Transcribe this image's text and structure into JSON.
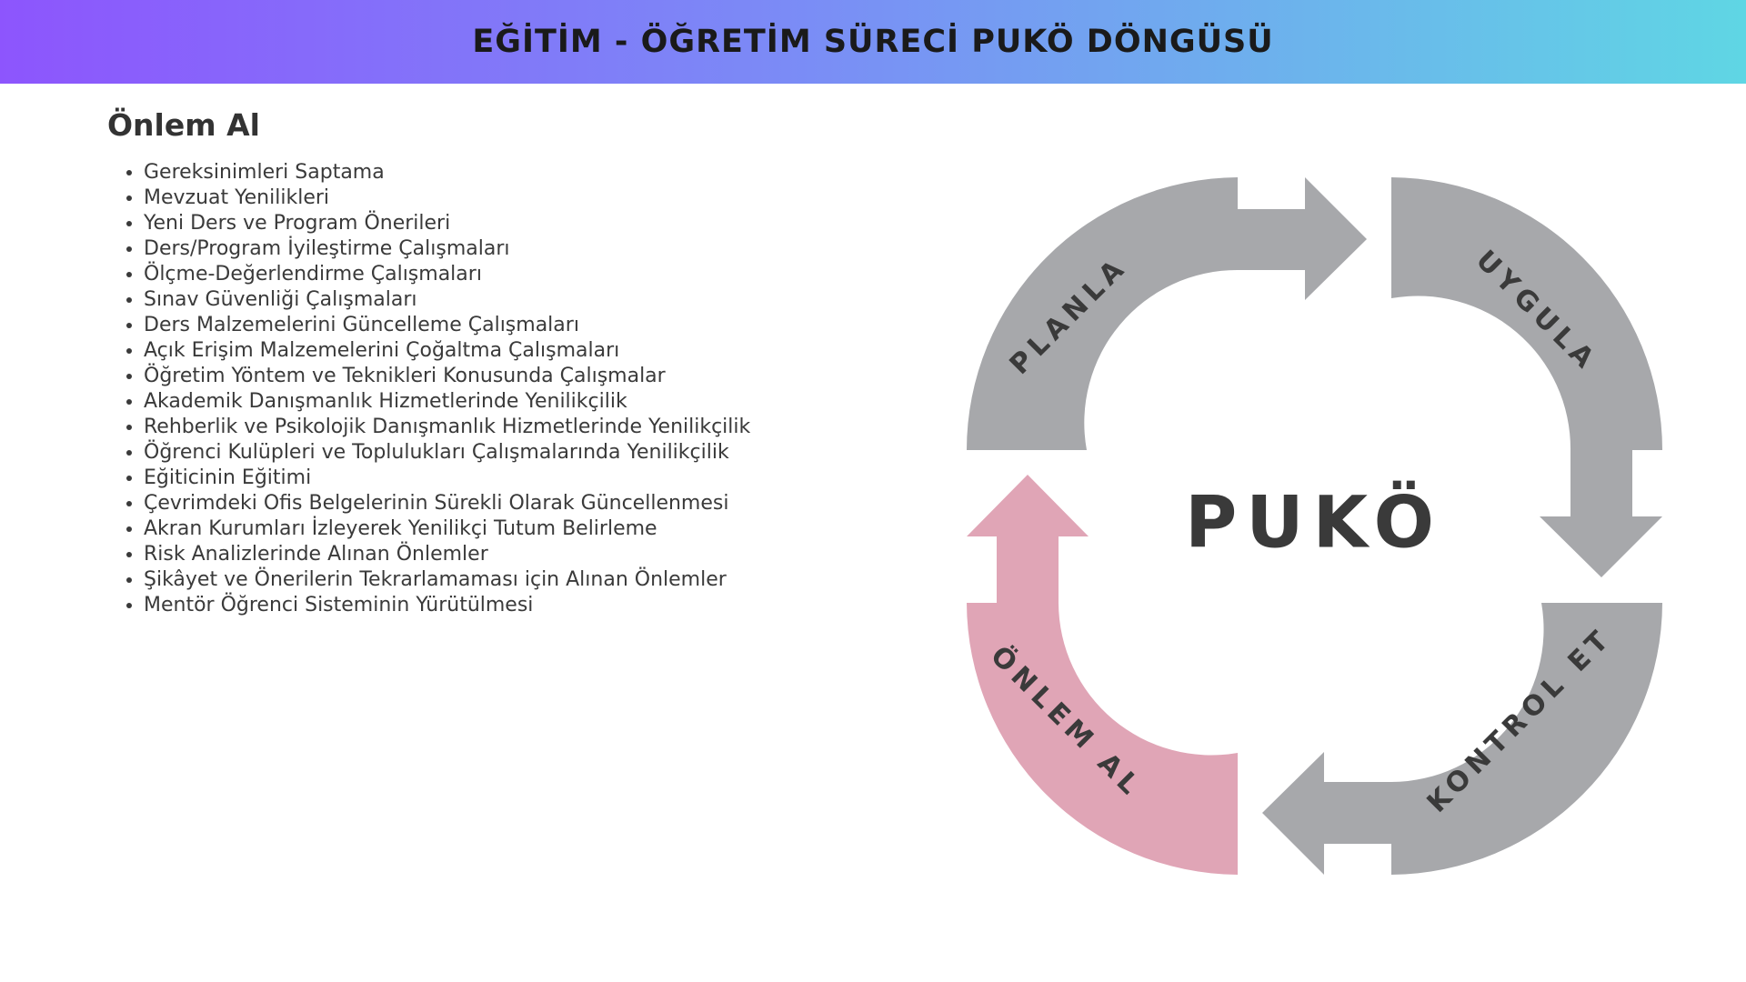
{
  "header": {
    "title": "EĞİTİM - ÖĞRETİM SÜRECİ PUKÖ DÖNGÜSÜ"
  },
  "section": {
    "heading": "Önlem Al",
    "items": [
      "Gereksinimleri Saptama",
      "Mevzuat Yenilikleri",
      "Yeni Ders ve Program Önerileri",
      "Ders/Program İyileştirme Çalışmaları",
      "Ölçme-Değerlendirme Çalışmaları",
      "Sınav Güvenliği Çalışmaları",
      "Ders Malzemelerini Güncelleme Çalışmaları",
      "Açık Erişim Malzemelerini Çoğaltma Çalışmaları",
      "Öğretim Yöntem ve Teknikleri Konusunda Çalışmalar",
      "Akademik Danışmanlık Hizmetlerinde Yenilikçilik",
      "Rehberlik ve Psikolojik Danışmanlık Hizmetlerinde Yenilikçilik",
      "Öğrenci Kulüpleri ve Toplulukları Çalışmalarında Yenilikçilik",
      "Eğiticinin Eğitimi",
      "Çevrimdeki Ofis Belgelerinin Sürekli Olarak Güncellenmesi",
      "Akran Kurumları İzleyerek Yenilikçi Tutum Belirleme",
      "Risk Analizlerinde Alınan Önlemler",
      "Şikâyet ve Önerilerin Tekrarlamaması için Alınan Önlemler",
      "Mentör Öğrenci Sisteminin Yürütülmesi"
    ]
  },
  "cycle": {
    "center": "PUKÖ",
    "segments": {
      "plan": "PLANLA",
      "do": "UYGULA",
      "check": "KONTROL ET",
      "act": "ÖNLEM AL"
    },
    "colors": {
      "inactive": "#a7a8ab",
      "active": "#e0a5b6",
      "text": "#3a3a3a"
    }
  }
}
